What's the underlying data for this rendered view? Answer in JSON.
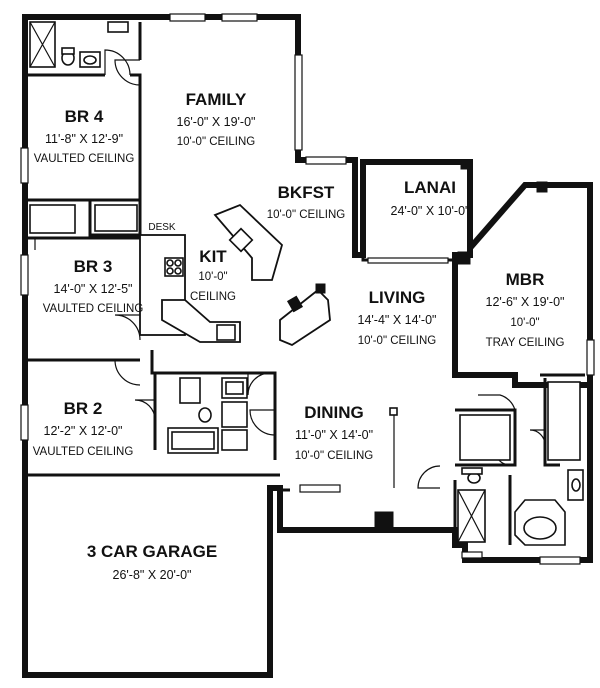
{
  "rooms": {
    "family": {
      "name": "FAMILY",
      "dims": "16'-0\" X 19'-0\"",
      "note": "10'-0\" CEILING"
    },
    "br4": {
      "name": "BR 4",
      "dims": "11'-8\" X 12'-9\"",
      "note": "VAULTED CEILING"
    },
    "bkfst": {
      "name": "BKFST",
      "note": "10'-0\" CEILING"
    },
    "lanai": {
      "name": "LANAI",
      "dims": "24'-0\" X 10'-0\""
    },
    "desk": {
      "name": "DESK"
    },
    "kit": {
      "name": "KIT",
      "note1": "10'-0\"",
      "note2": "CEILING"
    },
    "br3": {
      "name": "BR 3",
      "dims": "14'-0\" X 12'-5\"",
      "note": "VAULTED CEILING"
    },
    "mbr": {
      "name": "MBR",
      "dims": "12'-6\" X 19'-0\"",
      "note1": "10'-0\"",
      "note2": "TRAY CEILING"
    },
    "living": {
      "name": "LIVING",
      "dims": "14'-4\" X 14'-0\"",
      "note": "10'-0\" CEILING"
    },
    "br2": {
      "name": "BR 2",
      "dims": "12'-2\" X 12'-0\"",
      "note": "VAULTED CEILING"
    },
    "dining": {
      "name": "DINING",
      "dims": "11'-0\" X 14'-0\"",
      "note": "10'-0\" CEILING"
    },
    "garage": {
      "name": "3 CAR GARAGE",
      "dims": "26'-8\" X 20'-0\""
    }
  }
}
